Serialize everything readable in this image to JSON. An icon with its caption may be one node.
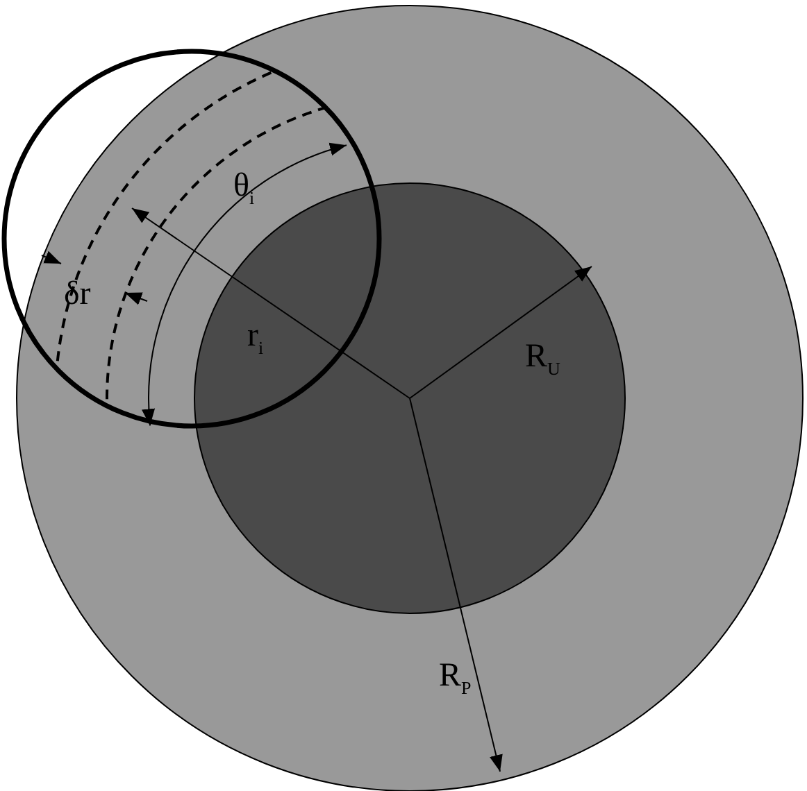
{
  "diagram": {
    "labels": [
      "θ$_{i}$",
      "δr",
      "r$_{i}$",
      "R$_{U}$",
      "R$_{P}$"
    ]
  }
}
